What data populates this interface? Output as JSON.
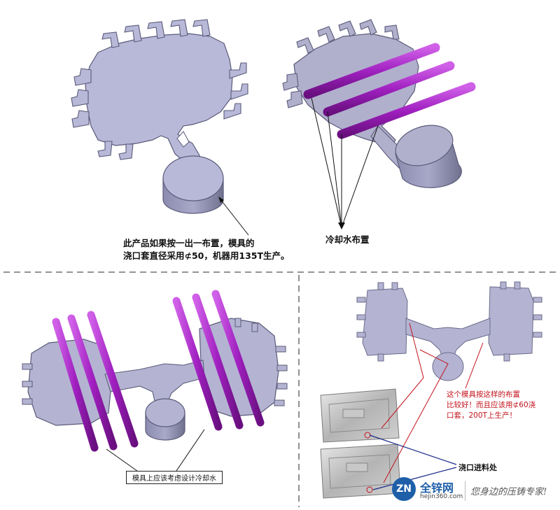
{
  "panels": {
    "top_left": {
      "caption_line1": "此产品如果按一出一布置，模具的",
      "caption_line2": "浇口套直径采用⊄50，机器用135T生产。"
    },
    "top_right": {
      "caption": "冷却水布置"
    },
    "bottom_left": {
      "caption": "模具上应该考虑设计冷却水"
    },
    "bottom_right": {
      "note_line1": "这个模具按这样的布置",
      "note_line2": "比较好！而且应该用⊄60浇",
      "note_line3": "口套，200T上生产！",
      "feed_label": "浇口进料处"
    }
  },
  "logo": {
    "mark": "ZN",
    "name": "全锌网",
    "url": "hejin360.com",
    "slogan": "您身边的压铸专家!"
  },
  "colors": {
    "part": "#b8b8d8",
    "part_edge": "#5a5a7a",
    "pipe": "#a020c0",
    "pipe_dark": "#6a0f80",
    "annotation": "#c2121c",
    "pointer": "#1a2a8a"
  }
}
